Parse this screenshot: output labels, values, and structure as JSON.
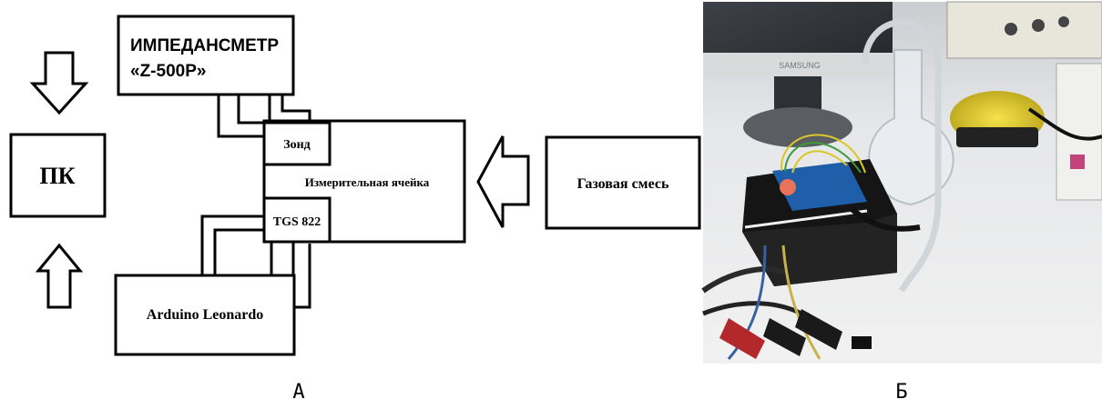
{
  "diagram": {
    "impedancemeter": {
      "line1": "ИМПЕДАНСМЕТР",
      "line2": "«Z-500P»"
    },
    "pc_label": "ПК",
    "probe_label": "Зонд",
    "cell_label": "Измерительная ячейка",
    "sensor_label": "TGS 822",
    "arduino_label": "Arduino Leonardo",
    "gas_label": "Газовая смесь",
    "panel_a_caption": "А"
  },
  "photo": {
    "monitor_brand": "SAMSUNG",
    "panel_b_caption": "Б"
  },
  "colors": {
    "line": "#000000",
    "wire_yellow": "#d8c82a",
    "wire_green": "#3f9a3a",
    "board_blue": "#1f5ea8"
  }
}
